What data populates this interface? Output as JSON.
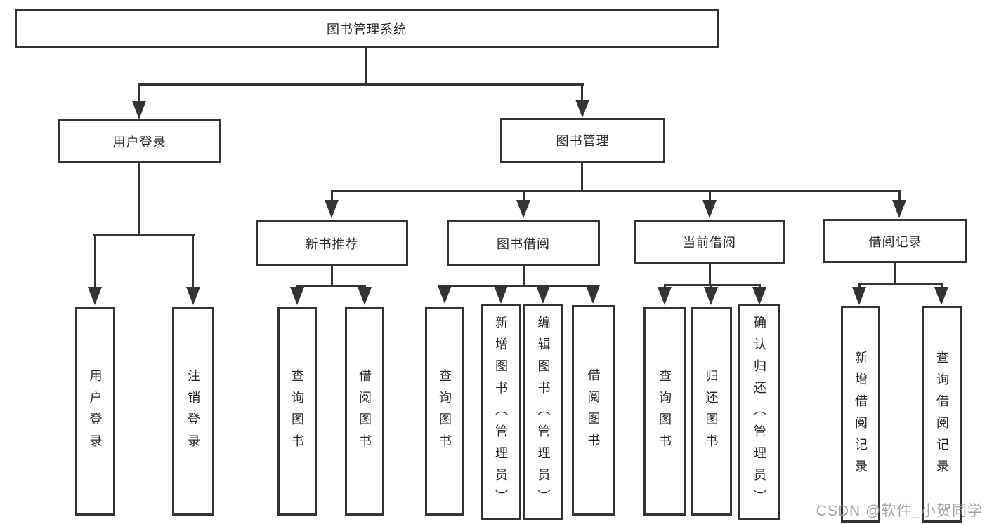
{
  "diagram": {
    "title": "图书管理系统",
    "level2": [
      {
        "label": "用户登录"
      },
      {
        "label": "图书管理"
      }
    ],
    "level3": [
      {
        "label": "新书推荐"
      },
      {
        "label": "图书借阅"
      },
      {
        "label": "当前借阅"
      },
      {
        "label": "借阅记录"
      }
    ],
    "leaves": [
      {
        "label": "用户登录"
      },
      {
        "label": "注销登录"
      },
      {
        "label": "查询图书"
      },
      {
        "label": "借阅图书"
      },
      {
        "label": "查询图书"
      },
      {
        "label": "新增图书（管理员）"
      },
      {
        "label": "编辑图书（管理员）"
      },
      {
        "label": "借阅图书"
      },
      {
        "label": "查询图书"
      },
      {
        "label": "归还图书"
      },
      {
        "label": "确认归还（管理员）"
      },
      {
        "label": "新增借阅记录"
      },
      {
        "label": "查询借阅记录"
      }
    ]
  },
  "watermark": "CSDN @软件_小贺同学",
  "colors": {
    "line": "#333333",
    "text": "#262626",
    "watermark": "#969696",
    "background": "#ffffff"
  }
}
